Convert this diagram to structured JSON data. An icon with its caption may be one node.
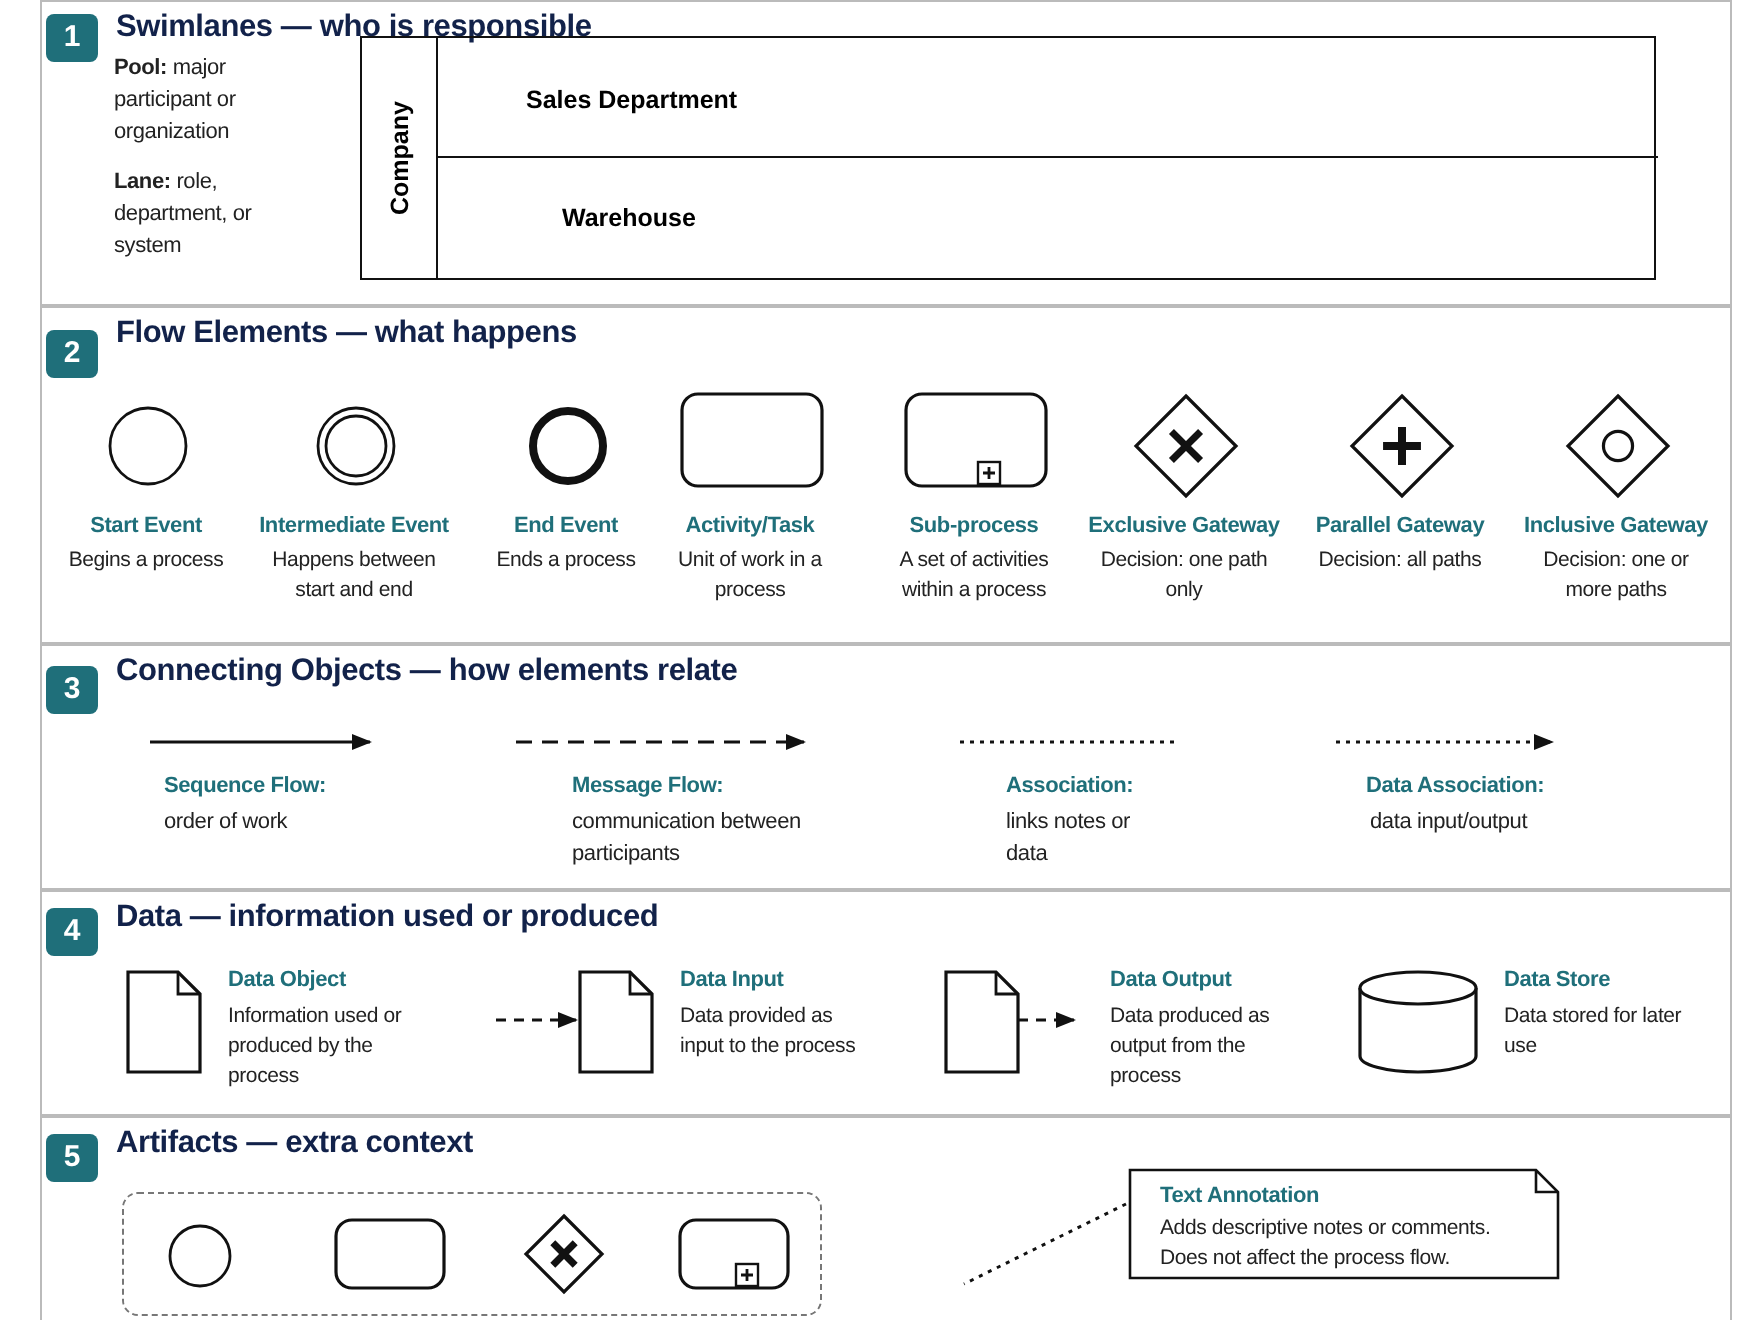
{
  "diagram": {
    "nodes": [
      {
        "text": [
          "Swimlanes — who is responsible"
        ]
      },
      {
        "text": [
          "1"
        ],
        "in": 0
      },
      {
        "text": [
          "Company"
        ],
        "in": 0
      },
      {
        "text": [
          "Sales Department"
        ],
        "in": 2
      },
      {
        "text": [
          "Warehouse"
        ],
        "in": 2
      },
      {
        "text": [
          "Flow Elements — what happens"
        ]
      },
      {
        "text": [
          "2"
        ],
        "in": 5
      },
      {
        "text": [],
        "shape": "circle",
        "in": 5,
        "beside": [
          "Start Event",
          "Begins a process"
        ]
      },
      {
        "text": [],
        "shape": "circle",
        "in": 5,
        "beside": [
          "Intermediate Event",
          "Happens between start and end"
        ]
      },
      {
        "text": [],
        "shape": "circle",
        "in": 5,
        "beside": [
          "End Event",
          "Ends a process"
        ]
      },
      {
        "text": [],
        "shape": "box",
        "in": 5,
        "beside": [
          "Activity/Task",
          "Unit of work in a process"
        ]
      },
      {
        "text": [],
        "shape": "box",
        "in": 5,
        "beside": [
          "Sub-process",
          "A set of activities within a process"
        ]
      },
      {
        "text": [],
        "shape": "diamond",
        "in": 5,
        "beside": [
          "Exclusive Gateway",
          "Decision: one path only"
        ]
      },
      {
        "text": [],
        "shape": "diamond",
        "in": 5,
        "beside": [
          "Parallel Gateway",
          "Decision: all paths"
        ]
      },
      {
        "text": [],
        "shape": "diamond",
        "in": 5,
        "beside": [
          "Inclusive Gateway",
          "Decision: one or more paths"
        ]
      },
      {
        "text": [
          "Connecting Objects — how elements relate"
        ]
      },
      {
        "text": [
          "3"
        ],
        "in": 15
      },
      {
        "text": [
          "Data — information used or produced"
        ]
      },
      {
        "text": [
          "4"
        ],
        "in": 17
      },
      {
        "text": [],
        "shape": "document",
        "in": 17,
        "beside": [
          "Data Object",
          "Information used or produced by the process"
        ]
      },
      {
        "text": [],
        "shape": "document",
        "in": 17,
        "beside": [
          "Data Input",
          "Data provided as input to the process"
        ]
      },
      {
        "text": [],
        "shape": "document",
        "in": 17,
        "beside": [
          "Data Output",
          "Data produced as output from the process"
        ]
      },
      {
        "text": [],
        "shape": "cylinder",
        "in": 17,
        "beside": [
          "Data Store",
          "Data stored for later use"
        ]
      },
      {
        "text": [
          "Artifacts — extra context"
        ]
      },
      {
        "text": [
          "5"
        ],
        "in": 23
      },
      {
        "text": [],
        "shape": "box",
        "in": 23
      },
      {
        "text": [],
        "shape": "circle",
        "in": 25
      },
      {
        "text": [],
        "shape": "box",
        "in": 25
      },
      {
        "text": [],
        "shape": "diamond",
        "in": 25
      },
      {
        "text": [],
        "shape": "box",
        "in": 25
      },
      {
        "text": [
          "Text Annotation",
          "Adds descriptive notes or comments. Does not affect the process flow."
        ],
        "in": 23
      }
    ],
    "edges": [
      {
        "from": null,
        "to": 20,
        "arrow": "to",
        "style": "dashed"
      },
      {
        "from": 21,
        "to": null,
        "arrow": "to",
        "style": "dashed"
      },
      {
        "from": 30,
        "to": null,
        "arrow": "none",
        "style": "dashed"
      }
    ],
    "labels": [
      "**Pool:** major participant or organization",
      "**Lane:** role, department, or system",
      "Sequence Flow:",
      "order of work",
      "Message Flow:",
      "communication between participants",
      "Association:",
      "links notes or data",
      "Data Association:",
      "data input/output"
    ]
  }
}
